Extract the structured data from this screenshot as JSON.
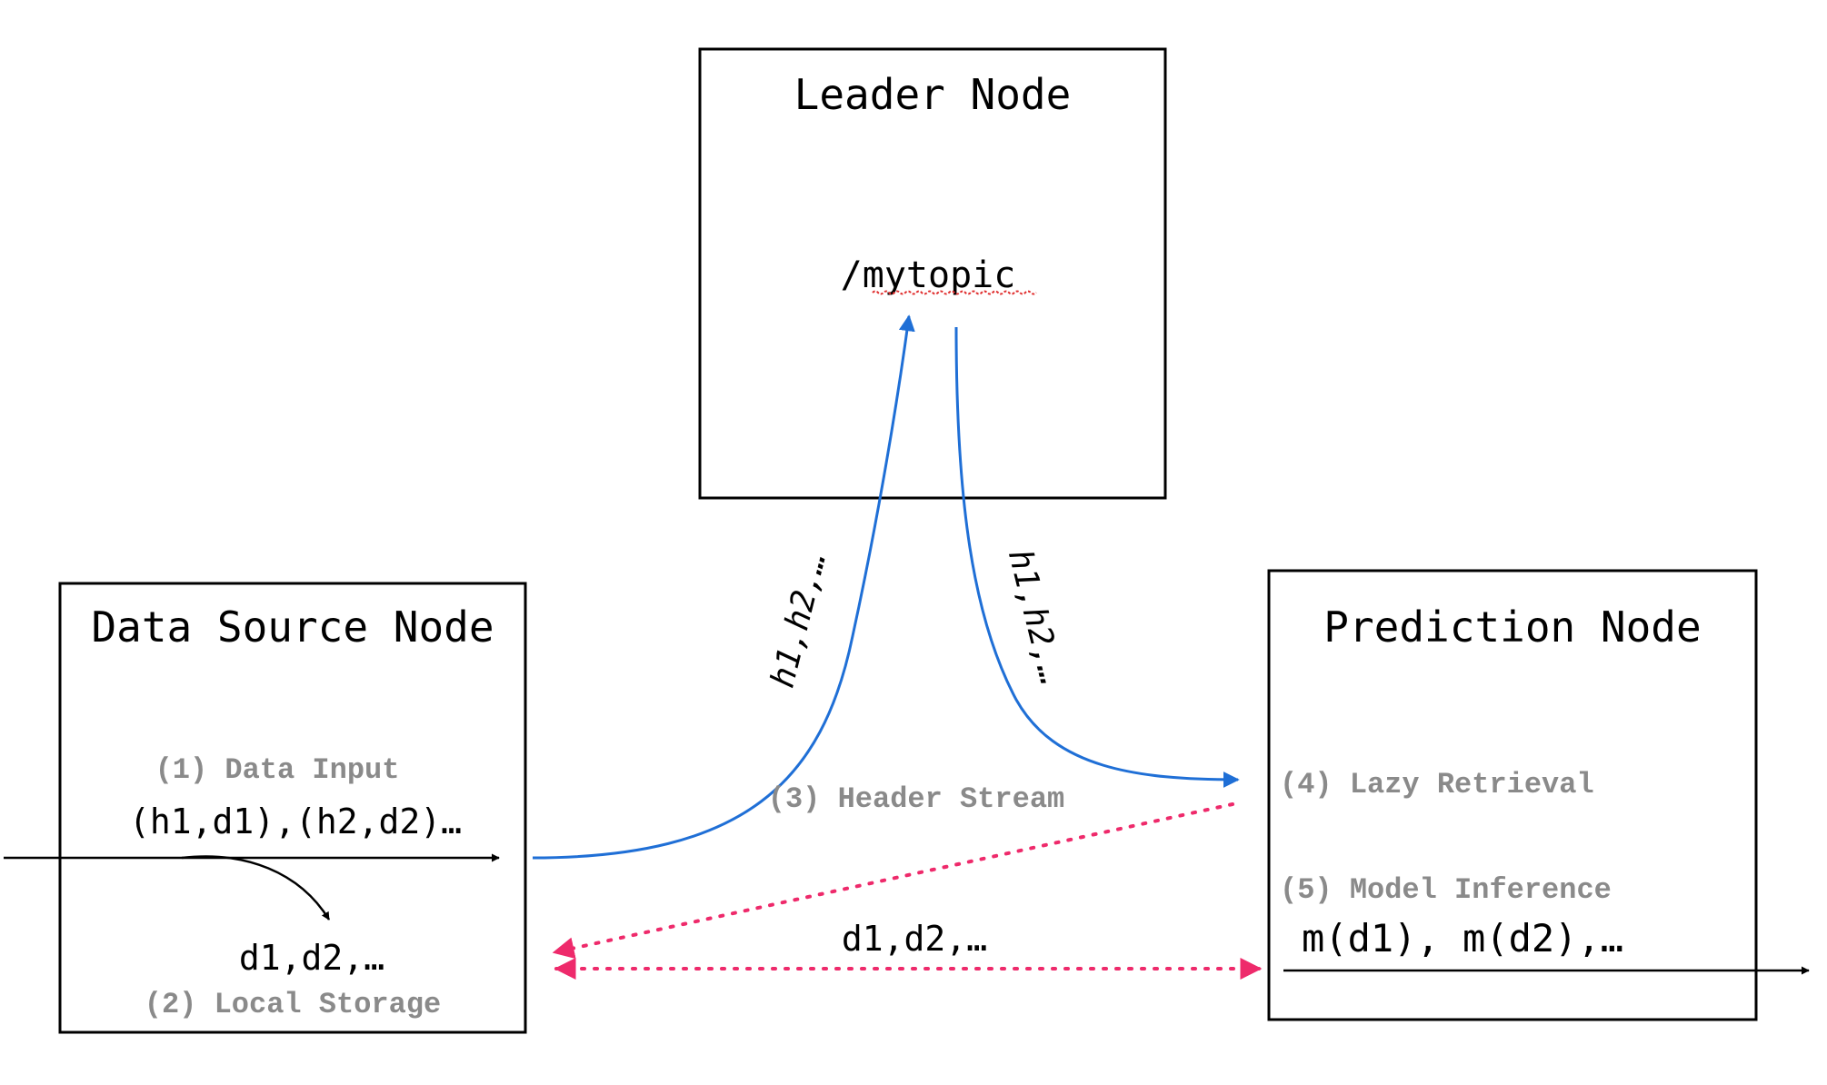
{
  "nodes": {
    "leader": {
      "title": "Leader Node",
      "topic": "/mytopic"
    },
    "data_source": {
      "title": "Data Source Node",
      "step1_label": "(1) Data Input",
      "input_tuples": "(h1,d1),(h2,d2)…",
      "stored_data": "d1,d2,…",
      "step2_label": "(2) Local Storage"
    },
    "prediction": {
      "title": "Prediction Node",
      "step4_label": "(4) Lazy Retrieval",
      "step5_label": "(5) Model Inference",
      "outputs": "m(d1), m(d2),…"
    }
  },
  "flows": {
    "header_stream_label": "(3) Header Stream",
    "headers_up": "h1,h2,…",
    "headers_down": "h1,h2,…",
    "data_transfer": "d1,d2,…"
  },
  "colors": {
    "header_stream": "#1f6fd6",
    "retrieval": "#ee2a6b",
    "box_stroke": "#000000",
    "step_label": "#8a8a8a"
  }
}
